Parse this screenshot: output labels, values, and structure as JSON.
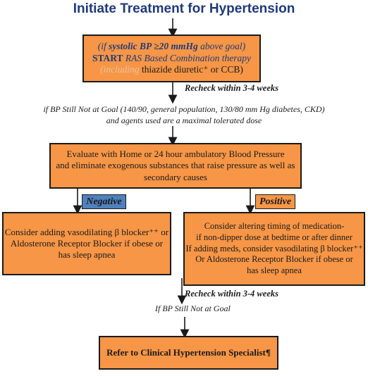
{
  "title": "Initiate Treatment for Hypertension",
  "box1": {
    "line1_pre": "(if ",
    "line1_emph": "systolic BP ≥20 mmHg",
    "line1_post": " above goal)",
    "line2_start": "START",
    "line2_rest": " RAS Based Combination therapy",
    "line3_including": "(including",
    "line3_rest": " thiazide diuretic⁺ or CCB)"
  },
  "recheck1": "Recheck within 3-4 weeks",
  "condition1_line1": "if BP Still Not at Goal (140/90, general population, 130/80 mm Hg diabetes, CKD)",
  "condition1_line2": "and agents used are a maximal tolerated dose",
  "box2": {
    "line1": "Evaluate with Home or 24 hour ambulatory Blood Pressure",
    "line2": "and eliminate exogenous substances that raise pressure as well as",
    "line3": "secondary causes"
  },
  "negative_label": "Negative",
  "positive_label": "Positive",
  "box_negative": {
    "line1": "Consider adding vasodilating β blocker⁺⁺ or",
    "line2": "Aldosterone Receptor Blocker if obese or",
    "line3": "has sleep apnea"
  },
  "box_positive": {
    "line1": "Consider altering timing of medication-",
    "line2": "if non-dipper dose at  bedtime or after dinner",
    "line3": "If adding meds, consider vasodilating β blocker⁺⁺",
    "line4": "Or Aldosterone Receptor Blocker if obese or",
    "line5": "has sleep apnea"
  },
  "recheck2": "Recheck within 3-4 weeks",
  "condition2": "If BP Still Not at Goal",
  "box_final": "Refer to Clinical Hypertension Specialist¶"
}
